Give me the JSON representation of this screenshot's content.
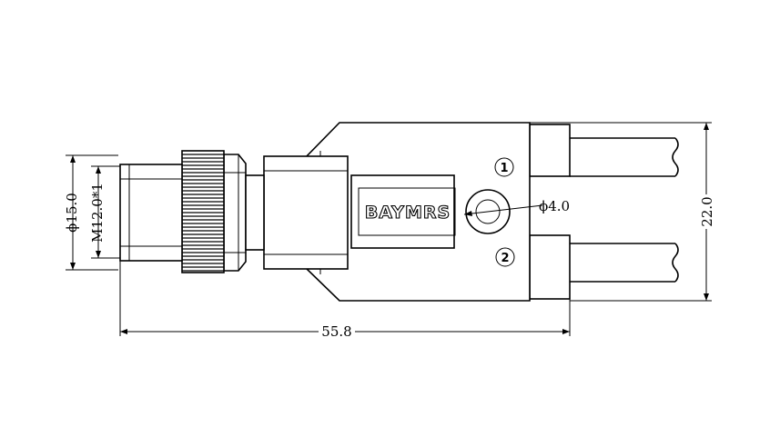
{
  "brand_label": "BAYMRS",
  "dimensions": {
    "outer_diameter": "ϕ15.0",
    "thread": "M12.0*1",
    "total_length": "55.8",
    "hole_diameter": "ϕ4.0",
    "height": "22.0"
  },
  "cable_markers": [
    "1",
    "2"
  ]
}
